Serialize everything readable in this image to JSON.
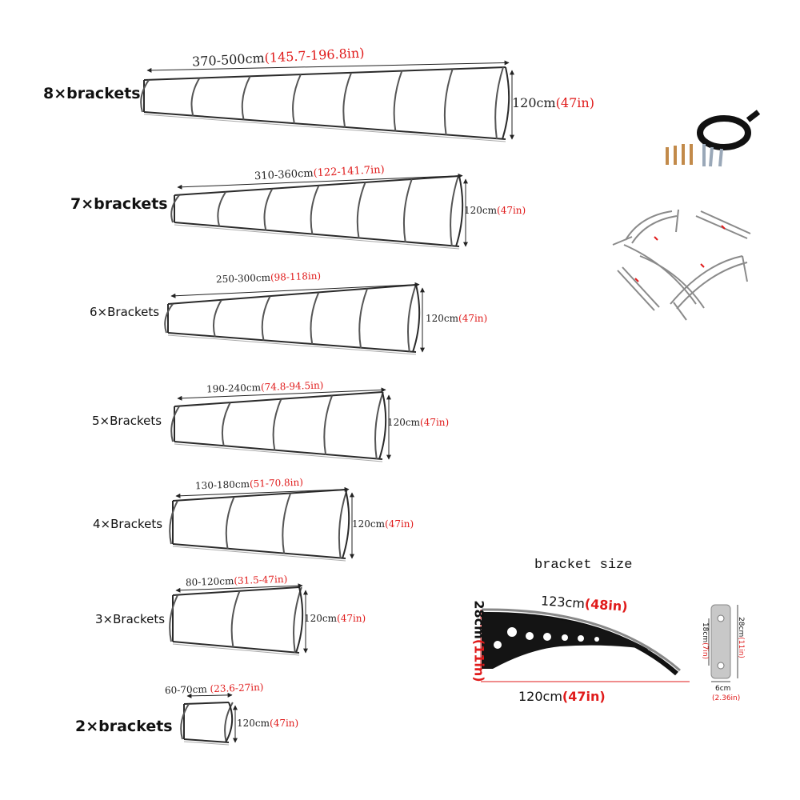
{
  "canopies": [
    {
      "label": "8×brackets",
      "width_cm": "370-500cm",
      "width_in": "(145.7-196.8in)",
      "height_cm": "120cm",
      "height_in": "(47in)",
      "brackets": 8
    },
    {
      "label": "7×brackets",
      "width_cm": "310-360cm",
      "width_in": "(122-141.7in)",
      "height_cm": "120cm",
      "height_in": "(47in)",
      "brackets": 7
    },
    {
      "label": "6×Brackets",
      "width_cm": "250-300cm",
      "width_in": "(98-118in)",
      "height_cm": "120cm",
      "height_in": "(47in)",
      "brackets": 6
    },
    {
      "label": "5×Brackets",
      "width_cm": "190-240cm",
      "width_in": "(74.8-94.5in)",
      "height_cm": "120cm",
      "height_in": "(47in)",
      "brackets": 5
    },
    {
      "label": "4×Brackets",
      "width_cm": "130-180cm",
      "width_in": "(51-70.8in)",
      "height_cm": "120cm",
      "height_in": "(47in)",
      "brackets": 4
    },
    {
      "label": "3×Brackets",
      "width_cm": "80-120cm",
      "width_in": "(31.5-47in)",
      "height_cm": "120cm",
      "height_in": "(47in)",
      "brackets": 3
    },
    {
      "label": "2×brackets",
      "width_cm": "60-70cm",
      "width_in": "(23.6-27in)",
      "height_cm": "120cm",
      "height_in": "(47in)",
      "brackets": 2
    }
  ],
  "bracket": {
    "title": "bracket size",
    "arc_cm": "123cm",
    "arc_in": "(48in)",
    "height_cm": "28cm",
    "height_in": "(11in)",
    "length_cm": "120cm",
    "length_in": "(47in)",
    "plate_height_cm": "28cm",
    "plate_height_in": "(11in)",
    "hole_spacing_cm": "18cm",
    "hole_spacing_in": "(7in)",
    "plate_width_cm": "6cm",
    "plate_width_in": "(2.36in)"
  },
  "colors": {
    "accent": "#e01b1b",
    "frame": "#2a2a2a",
    "bracket": "#141414"
  }
}
